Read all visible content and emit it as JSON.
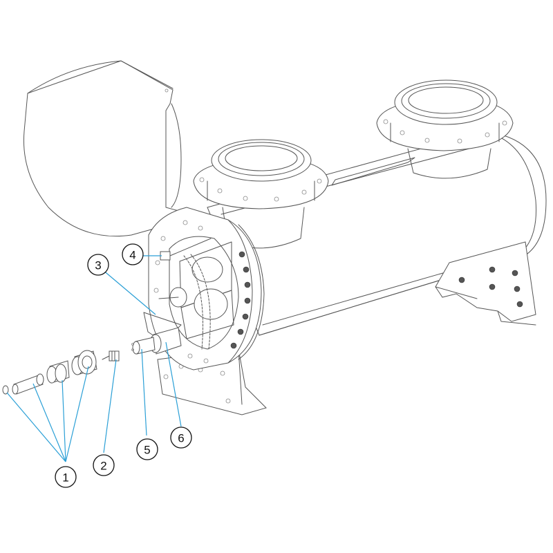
{
  "callouts": [
    {
      "id": "1",
      "label": "1"
    },
    {
      "id": "2",
      "label": "2"
    },
    {
      "id": "3",
      "label": "3"
    },
    {
      "id": "4",
      "label": "4"
    },
    {
      "id": "5",
      "label": "5"
    },
    {
      "id": "6",
      "label": "6"
    }
  ],
  "colors": {
    "line": "#555555",
    "leader": "#2a9fd6",
    "background": "#ffffff"
  }
}
